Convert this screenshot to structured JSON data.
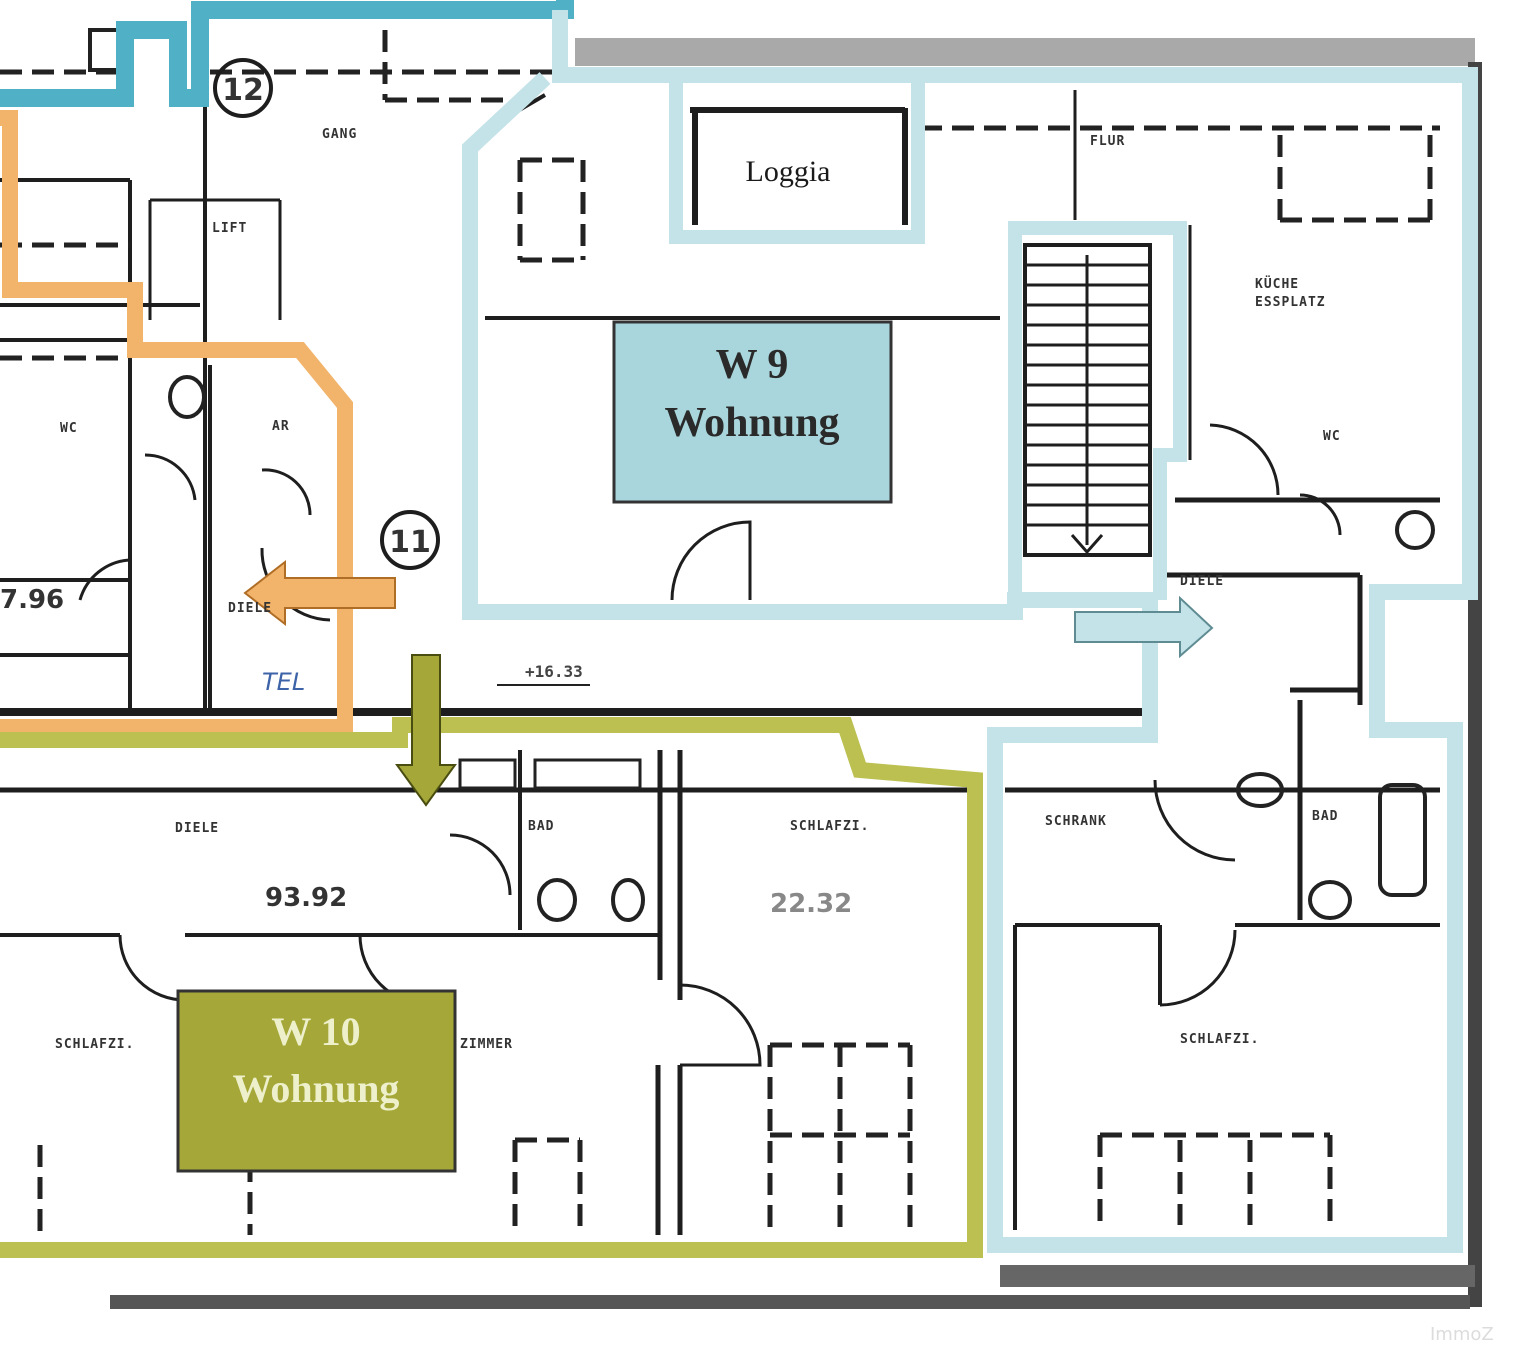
{
  "units": {
    "w9": {
      "line1": "W 9",
      "line2": "Wohnung",
      "color": "#a9d6dc",
      "outline": "#c4e3e8"
    },
    "w10": {
      "line1": "W 10",
      "line2": "Wohnung",
      "color": "#a5a838",
      "outline": "#bcc050"
    },
    "w11": {
      "number": "11",
      "outline": "#f2b36a"
    },
    "w12": {
      "number": "12",
      "outline": "#4fb0c6"
    }
  },
  "labels": {
    "loggia": "Loggia",
    "tel": "TEL",
    "level": "+16.33",
    "area_w10": "93.92",
    "area_w11": "7.96",
    "area_schlafzi": "22.32",
    "watermark": "ImmoZ"
  },
  "rooms": {
    "gang": "GANG",
    "flur": "FLUR",
    "kueche": "KÜCHE",
    "essplatz": "ESSPLATZ",
    "lift": "LIFT",
    "wc": "WC",
    "ar": "AR",
    "diele": "DIELE",
    "bad": "BAD",
    "schlafzi": "SCHLAFZI.",
    "zimmer": "ZIMMER",
    "schrank": "SCHRANK"
  }
}
